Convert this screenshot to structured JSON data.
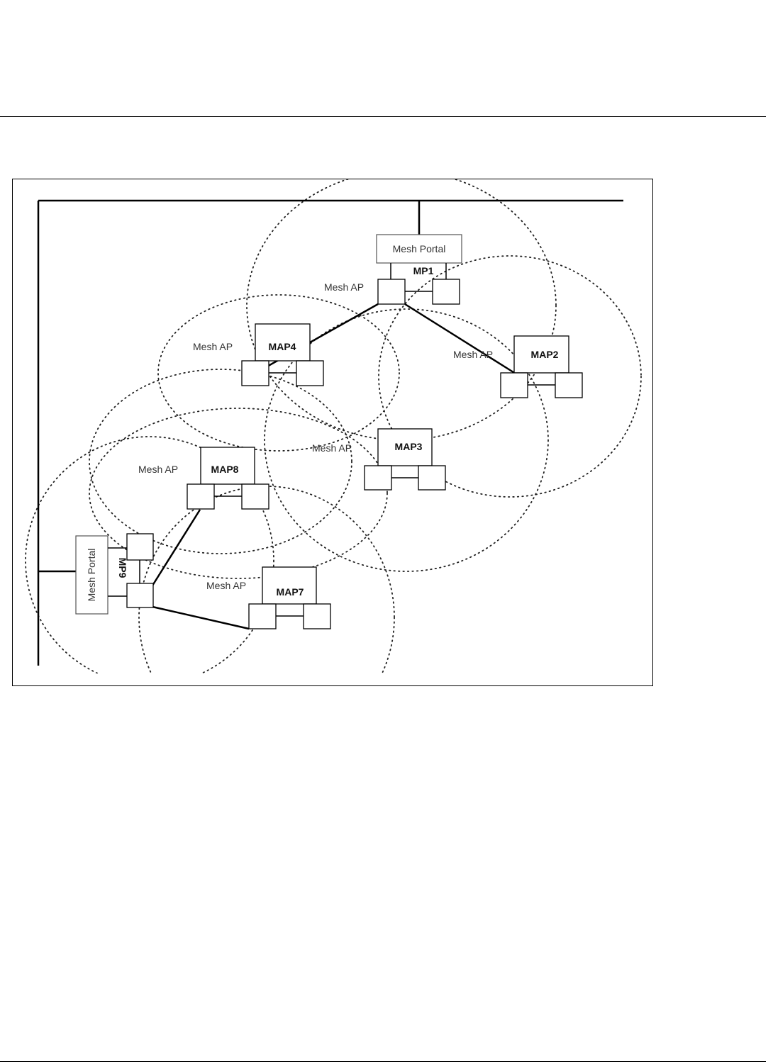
{
  "labels": {
    "portal_top": "Mesh Portal",
    "portal_left": "Mesh Portal",
    "mp1": "MP1",
    "mp9": "MP9",
    "map2": "MAP2",
    "map3": "MAP3",
    "map4": "MAP4",
    "map7": "MAP7",
    "map8": "MAP8",
    "mesh_ap": "Mesh AP"
  }
}
